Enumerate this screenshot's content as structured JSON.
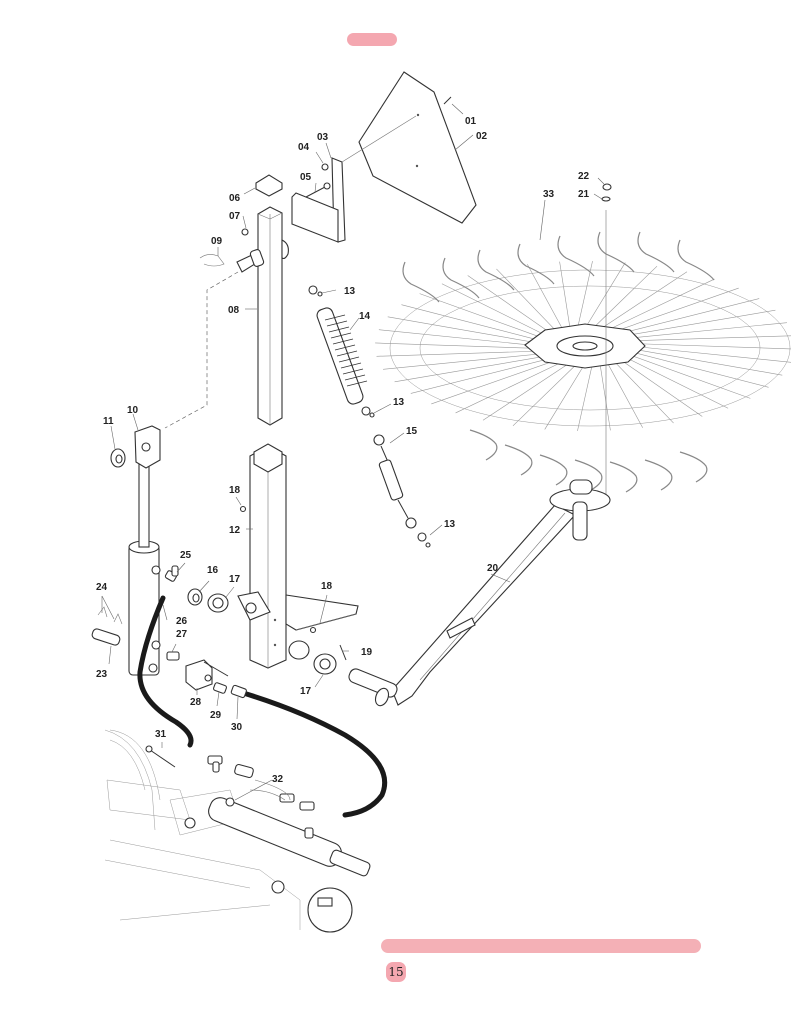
{
  "page": {
    "page_number": "15",
    "accent_color": "#f4a7b0"
  },
  "diagram": {
    "title": "Exploded parts view - rake wheel arm assembly",
    "callouts": {
      "p01": "01",
      "p02": "02",
      "p03": "03",
      "p04": "04",
      "p05": "05",
      "p06": "06",
      "p07": "07",
      "p08": "08",
      "p09": "09",
      "p10": "10",
      "p11": "11",
      "p12": "12",
      "p13a": "13",
      "p13b": "13",
      "p13c": "13",
      "p14": "14",
      "p15": "15",
      "p16": "16",
      "p17a": "17",
      "p17b": "17",
      "p18a": "18",
      "p18b": "18",
      "p19": "19",
      "p20": "20",
      "p21": "21",
      "p22": "22",
      "p23": "23",
      "p24": "24",
      "p25": "25",
      "p26": "26",
      "p27": "27",
      "p28": "28",
      "p29": "29",
      "p30": "30",
      "p31": "31",
      "p32": "32",
      "p33": "33"
    }
  }
}
